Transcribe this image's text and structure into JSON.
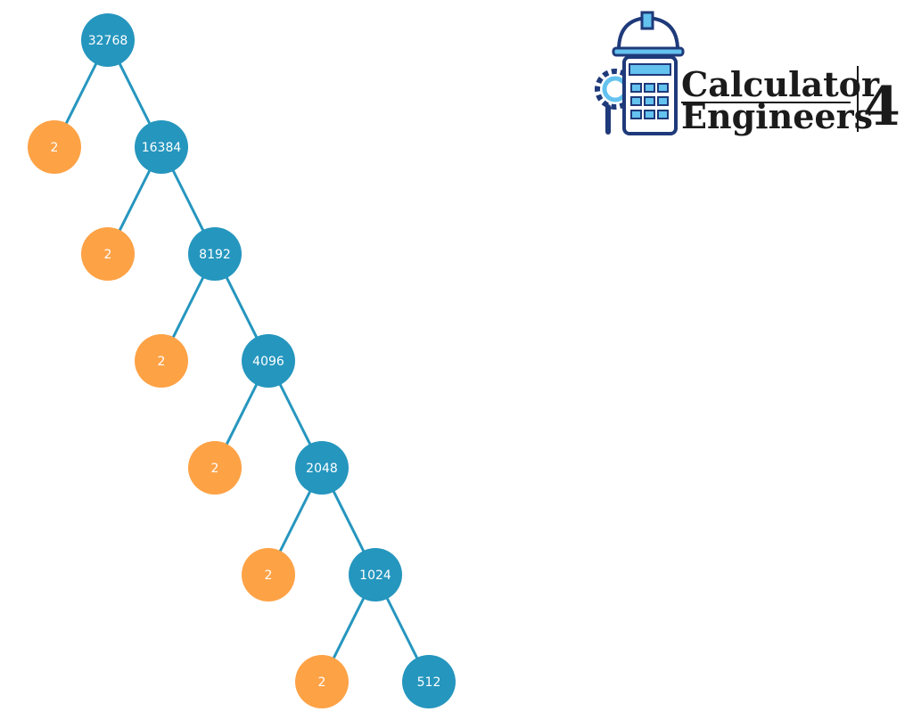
{
  "colors": {
    "composite_node": "#2596be",
    "prime_node": "#fea246",
    "edge": "#2596be",
    "label": "#ffffff",
    "logo_dark": "#1f3a7a",
    "logo_light": "#64c2ef"
  },
  "factor_tree": {
    "root": "32768",
    "levels": [
      {
        "prime": "2",
        "quotient": "16384"
      },
      {
        "prime": "2",
        "quotient": "8192"
      },
      {
        "prime": "2",
        "quotient": "4096"
      },
      {
        "prime": "2",
        "quotient": "2048"
      },
      {
        "prime": "2",
        "quotient": "1024"
      },
      {
        "prime": "2",
        "quotient": "512"
      }
    ]
  },
  "logo": {
    "line1": "Calculator",
    "line2": "Engineers",
    "number": "4",
    "icon": "calculator-hardhat-gear-icon"
  }
}
